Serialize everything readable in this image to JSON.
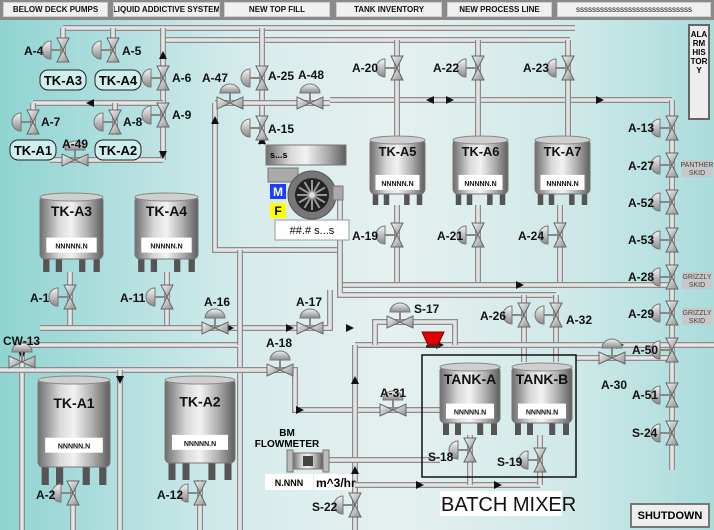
{
  "toolbar": {
    "buttons": [
      "BELOW DECK PUMPS",
      "LIQUID ADDICTIVE SYSTEM",
      "NEW TOP FILL",
      "TANK INVENTORY",
      "NEW PROCESS LINE",
      "sssssssssssssssssssssssssssss"
    ]
  },
  "alarm_history_label": "ALARM HISTORY",
  "shutdown_label": "SHUTDOWN",
  "valves": {
    "A-4": "A-4",
    "A-5": "A-5",
    "A-6": "A-6",
    "A-7": "A-7",
    "A-8": "A-8",
    "A-9": "A-9",
    "A-49": "A-49",
    "A-47": "A-47",
    "A-25": "A-25",
    "A-48": "A-48",
    "A-15": "A-15",
    "A-20": "A-20",
    "A-22": "A-22",
    "A-23": "A-23",
    "A-19": "A-19",
    "A-21": "A-21",
    "A-24": "A-24",
    "A-13": "A-13",
    "A-27": "A-27",
    "A-52": "A-52",
    "A-53": "A-53",
    "A-28": "A-28",
    "A-29": "A-29",
    "A-50": "A-50",
    "A-51": "A-51",
    "S-24": "S-24",
    "A-1": "A-1",
    "A-11": "A-11",
    "A-16": "A-16",
    "A-17": "A-17",
    "CW-13": "CW-13",
    "A-18": "A-18",
    "S-17": "S-17",
    "A-26": "A-26",
    "A-32": "A-32",
    "A-30": "A-30",
    "A-31": "A-31",
    "S-18": "S-18",
    "S-19": "S-19",
    "S-22": "S-22",
    "A-2": "A-2",
    "A-12": "A-12"
  },
  "skids": {
    "panther": [
      "PANTHER",
      "SKID"
    ],
    "grizzly1": [
      "GRIZZLY",
      "SKID"
    ],
    "grizzly2": [
      "GRIZZLY",
      "SKID"
    ]
  },
  "tank_tags": [
    "TK-A3",
    "TK-A4",
    "TK-A1",
    "TK-A2"
  ],
  "tanks": {
    "TK-A3": {
      "name": "TK-A3",
      "value": "NNNNN.N"
    },
    "TK-A4": {
      "name": "TK-A4",
      "value": "NNNNN.N"
    },
    "TK-A5": {
      "name": "TK-A5",
      "value": "NNNNN.N"
    },
    "TK-A6": {
      "name": "TK-A6",
      "value": "NNNNN.N"
    },
    "TK-A7": {
      "name": "TK-A7",
      "value": "NNNNN.N"
    },
    "TK-A1": {
      "name": "TK-A1",
      "value": "NNNNN.N"
    },
    "TK-A2": {
      "name": "TK-A2",
      "value": "NNNNN.N"
    },
    "TANK-A": {
      "name": "TANK-A",
      "value": "NNNNN.N"
    },
    "TANK-B": {
      "name": "TANK-B",
      "value": "NNNNN.N"
    }
  },
  "pump": {
    "status": "s...s",
    "motor": "M",
    "fault": "F",
    "reading": "##.# s...s"
  },
  "flowmeter": {
    "label_line1": "BM",
    "label_line2": "FLOWMETER",
    "value": "N.NNN",
    "unit": "m^3/hr"
  },
  "batch_mixer_label": "BATCH MIXER",
  "colors": {
    "pipe": "#8c8c8c",
    "pipe_fill": "#e4e4e4",
    "motor": "#1a3cff",
    "fault": "#ffff00",
    "cone": "#e00000"
  }
}
